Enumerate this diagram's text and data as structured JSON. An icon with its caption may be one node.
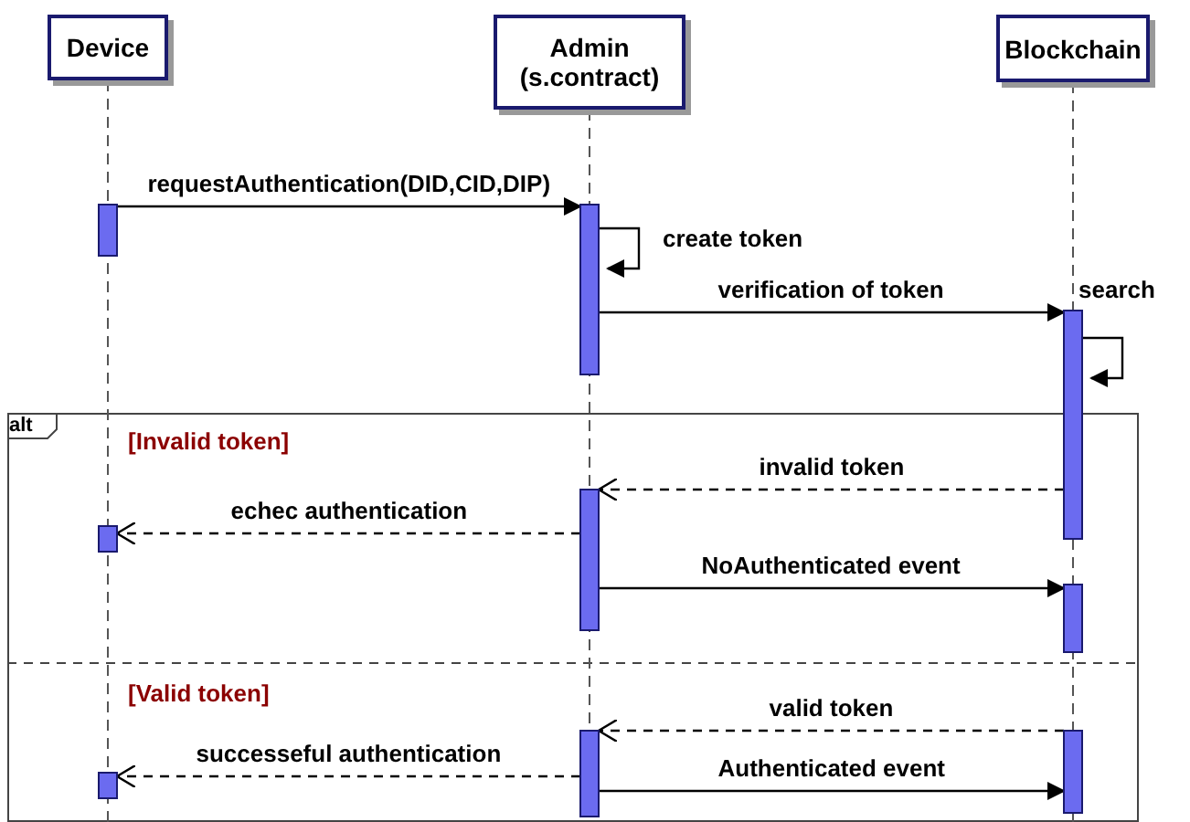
{
  "diagram": {
    "nodes": [
      {
        "text": [
          "Device"
        ]
      },
      {
        "text": [
          "Admin (s.contract)"
        ]
      },
      {
        "text": [
          "Blockchain"
        ]
      }
    ],
    "edges": [
      {
        "from": 0,
        "to": 1,
        "arrow": "to",
        "label": "requestAuthentication(DID,CID,DIP)"
      },
      {
        "from": 1,
        "to": 1,
        "arrow": "to",
        "label": "create token"
      },
      {
        "from": 1,
        "to": 2,
        "arrow": "to",
        "label": "verification of token"
      },
      {
        "from": 2,
        "to": 2,
        "arrow": "to",
        "label": "search"
      },
      {
        "from": 2,
        "to": 1,
        "arrow": "to",
        "label": "invalid token",
        "style": "dashed"
      },
      {
        "from": 1,
        "to": 0,
        "arrow": "to",
        "label": "echec authentication",
        "style": "dashed"
      },
      {
        "from": 1,
        "to": 2,
        "arrow": "to",
        "label": "NoAuthenticated event"
      },
      {
        "from": 2,
        "to": 1,
        "arrow": "to",
        "label": "valid token",
        "style": "dashed"
      },
      {
        "from": 1,
        "to": 0,
        "arrow": "to",
        "label": "successeful authentication",
        "style": "dashed"
      },
      {
        "from": 1,
        "to": 2,
        "arrow": "to",
        "label": "Authenticated event"
      }
    ],
    "labels": [
      "alt",
      "[Invalid token]",
      "[Valid token]"
    ]
  }
}
